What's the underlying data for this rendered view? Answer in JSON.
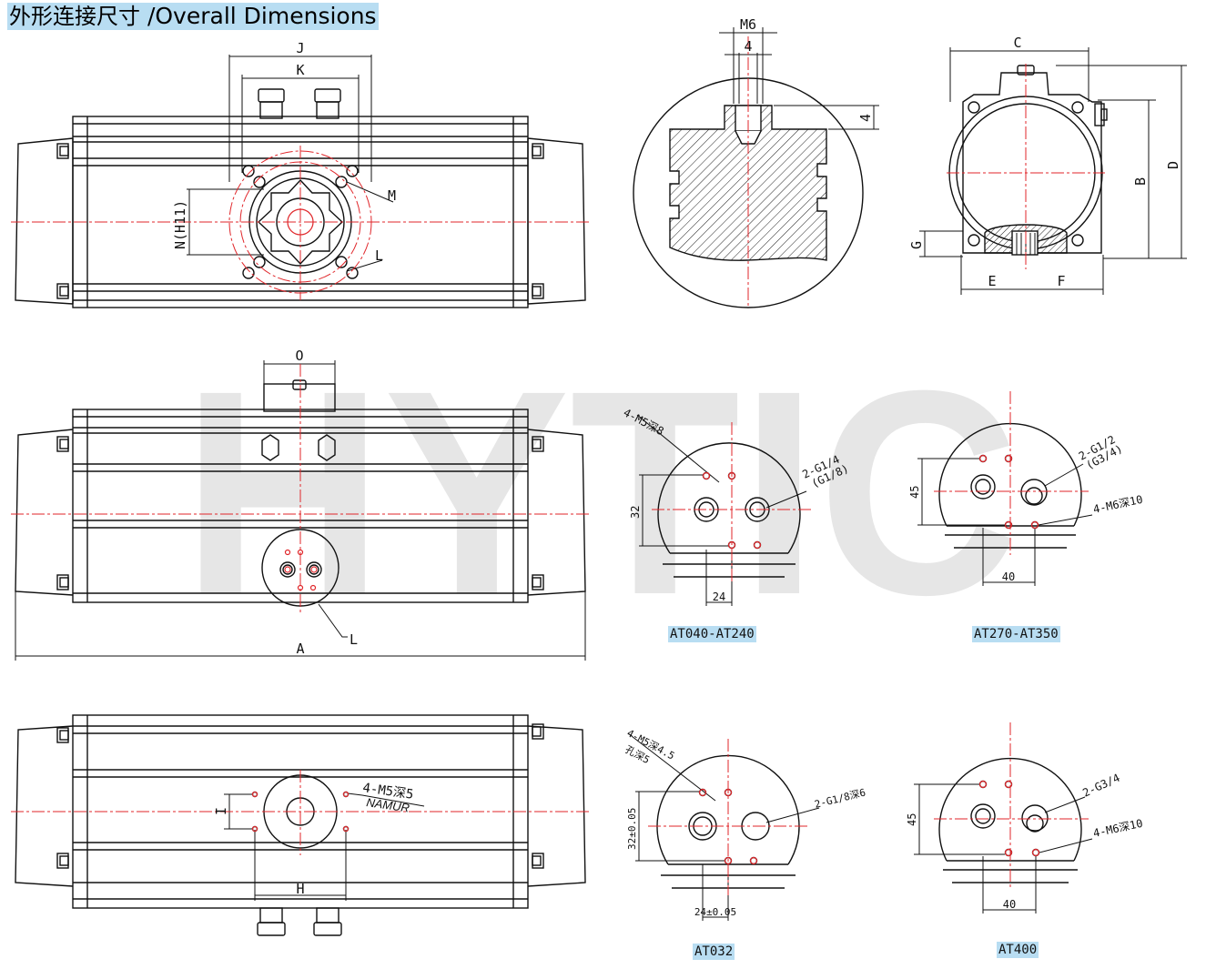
{
  "header": {
    "title_cn": "外形连接尺寸",
    "title_sep": " /",
    "title_en": "Overall Dimensions"
  },
  "watermark": "HYTIC",
  "colors": {
    "line": "#111111",
    "center_line": "#e0262a",
    "caption_bg": "#b8ddf2",
    "watermark": "#e6e6e6"
  },
  "labels": {
    "J": "J",
    "K": "K",
    "M": "M",
    "L": "L",
    "N_H11": "N(H11)",
    "O": "O",
    "A": "A",
    "H": "H",
    "I": "I",
    "M6": "M6",
    "dim_4_top": "4",
    "dim_4_side": "4",
    "C": "C",
    "B": "B",
    "D": "D",
    "G": "G",
    "E": "E",
    "F": "F"
  },
  "patterns": {
    "p1": {
      "caption": "AT040-AT240",
      "hole_note": "4-M5深8",
      "port_note_1": "2-G1/4",
      "port_note_2": "(G1/8)",
      "dim_v": "32",
      "dim_h": "24"
    },
    "p2": {
      "caption": "AT270-AT350",
      "port_note_1": "2-G1/2",
      "port_note_2": "(G3/4)",
      "hole_note": "4-M6深10",
      "dim_v": "45",
      "dim_h": "40"
    },
    "p3": {
      "caption": "AT032",
      "hole_note_1": "4-M5深4.5",
      "hole_note_2": "孔深5",
      "port_note": "2-G1/8深6",
      "dim_v": "32±0.05",
      "dim_h": "24±0.05"
    },
    "p4": {
      "caption": "AT400",
      "port_note": "2-G3/4",
      "hole_note": "4-M6深10",
      "dim_v": "45",
      "dim_h": "40"
    }
  },
  "namur": {
    "line1": "4-M5深5",
    "line2": "NAMUR"
  }
}
